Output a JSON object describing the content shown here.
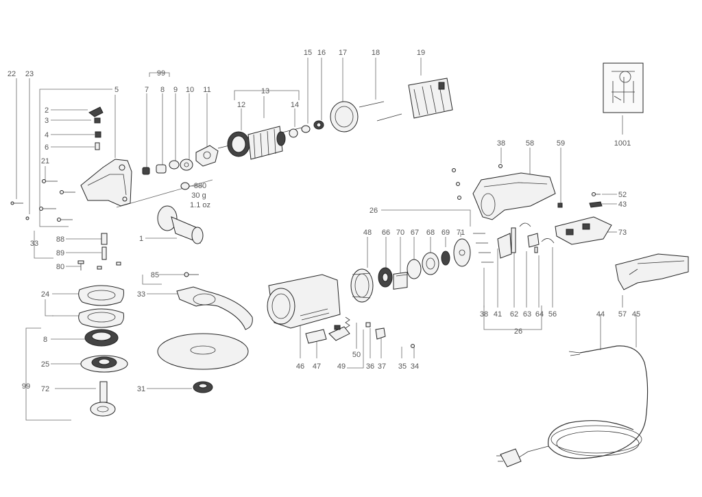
{
  "diagram": {
    "part_numbers": {
      "p1": "1",
      "p2": "2",
      "p3": "3",
      "p4": "4",
      "p5": "5",
      "p6": "6",
      "p7": "7",
      "p8a": "8",
      "p8b": "8",
      "p9": "9",
      "p10": "10",
      "p11": "11",
      "p12": "12",
      "p13": "13",
      "p14": "14",
      "p15": "15",
      "p16": "16",
      "p17": "17",
      "p18": "18",
      "p19": "19",
      "p21": "21",
      "p22": "22",
      "p23": "23",
      "p24": "24",
      "p25": "25",
      "p26a": "26",
      "p26b": "26",
      "p31": "31",
      "p33a": "33",
      "p33b": "33",
      "p34": "34",
      "p35": "35",
      "p36": "36",
      "p37": "37",
      "p38a": "38",
      "p38b": "38",
      "p41": "41",
      "p43": "43",
      "p44": "44",
      "p45": "45",
      "p46": "46",
      "p47": "47",
      "p48": "48",
      "p49": "49",
      "p50": "50",
      "p52": "52",
      "p56": "56",
      "p57": "57",
      "p58": "58",
      "p59": "59",
      "p62": "62",
      "p63": "63",
      "p64": "64",
      "p66": "66",
      "p67": "67",
      "p68": "68",
      "p69": "69",
      "p70": "70",
      "p71": "71",
      "p72": "72",
      "p73": "73",
      "p80": "80",
      "p85": "85",
      "p88": "88",
      "p89": "89",
      "p99a": "99",
      "p99b": "99",
      "p880": "880",
      "p1001": "1001"
    },
    "grease_amount": "30 g",
    "grease_amount_oz": "1.1 oz"
  }
}
